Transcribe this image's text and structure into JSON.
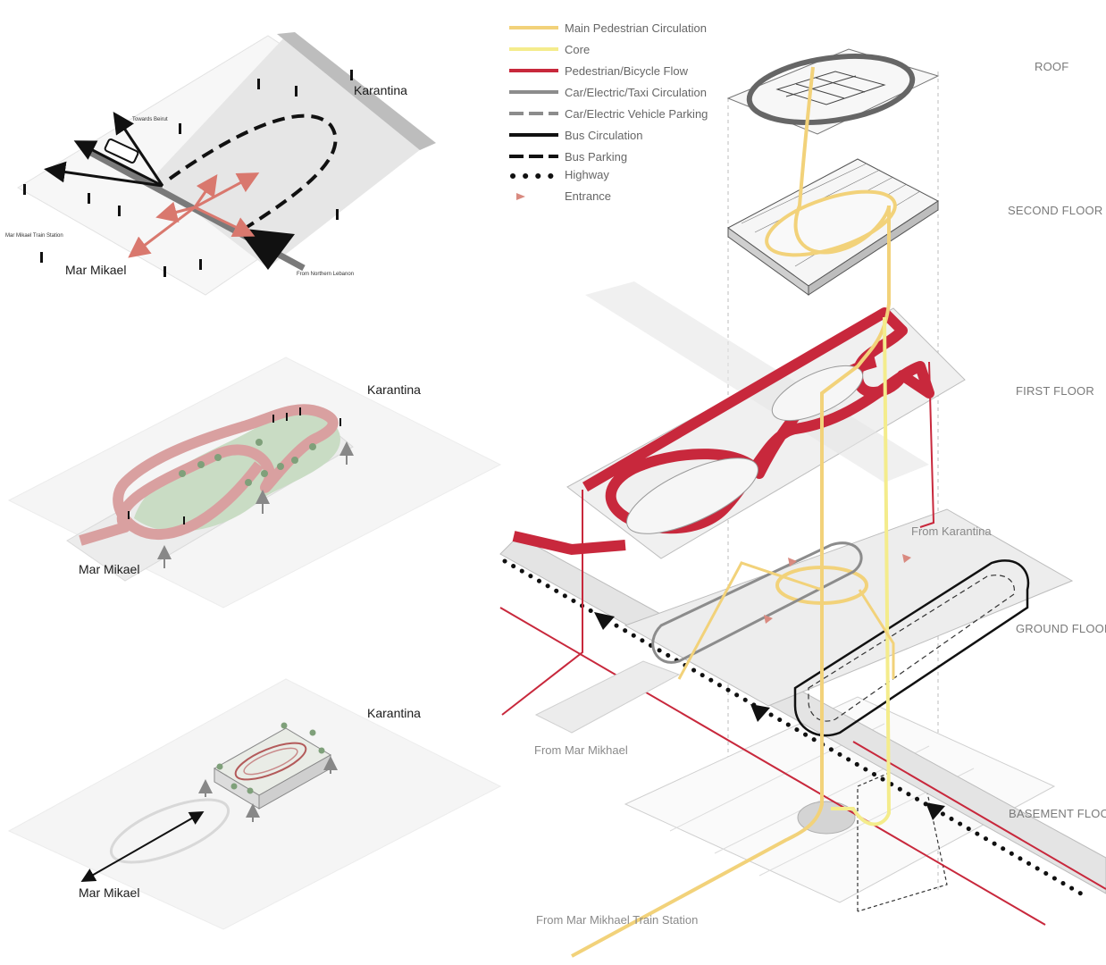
{
  "legend": [
    {
      "label": "Main Pedestrian Circulation",
      "color": "#f2d27a",
      "style": "solid"
    },
    {
      "label": "Core",
      "color": "#f4ec8c",
      "style": "solid"
    },
    {
      "label": "Pedestrian/Bicycle Flow",
      "color": "#c8283c",
      "style": "solid"
    },
    {
      "label": "Car/Electric/Taxi Circulation",
      "color": "#8c8c8c",
      "style": "solid"
    },
    {
      "label": "Car/Electric Vehicle Parking",
      "color": "#8c8c8c",
      "style": "dashed"
    },
    {
      "label": "Bus Circulation",
      "color": "#111111",
      "style": "solid"
    },
    {
      "label": "Bus Parking",
      "color": "#111111",
      "style": "dashed"
    },
    {
      "label": "Highway",
      "color": "#111111",
      "style": "dotted"
    },
    {
      "label": "Entrance",
      "color": "#d98a80",
      "style": "triangle"
    }
  ],
  "floors": {
    "roof": "ROOF",
    "second": "SECOND FLOOR",
    "first": "FIRST FLOOR",
    "ground": "GROUND FLOOR",
    "basement": "BASEMENT FLOOR"
  },
  "diagram1": {
    "karantina": "Karantina",
    "mar_mikael": "Mar Mikael",
    "towards_beirut": "Towards Beirut",
    "train_station": "Mar Mikael Train Station",
    "from_northern_lebanon": "From Northern Lebanon"
  },
  "diagram2": {
    "karantina": "Karantina",
    "mar_mikael": "Mar Mikael"
  },
  "diagram3": {
    "karantina": "Karantina",
    "mar_mikael": "Mar Mikael"
  },
  "exploded": {
    "from_karantina": "From Karantina",
    "from_mar_mikhael": "From Mar Mikhael",
    "from_train_station": "From Mar Mikhael Train Station"
  },
  "colors": {
    "pedestrian": "#f2d27a",
    "core": "#f4ec8c",
    "bike": "#c8283c",
    "bike_fill": "#d99a9a",
    "green": "#c9dcc4",
    "car": "#8c8c8c",
    "bus": "#111111",
    "entrance": "#d98a80"
  }
}
